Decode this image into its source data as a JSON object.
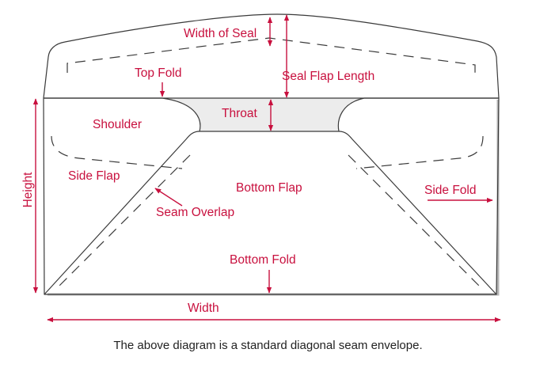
{
  "labels": {
    "width_of_seal": "Width of Seal",
    "top_fold": "Top Fold",
    "seal_flap_length": "Seal Flap Length",
    "throat": "Throat",
    "shoulder": "Shoulder",
    "side_flap": "Side Flap",
    "bottom_flap": "Bottom Flap",
    "seam_overlap": "Seam Overlap",
    "side_fold": "Side Fold",
    "bottom_fold": "Bottom Fold",
    "height": "Height",
    "width": "Width"
  },
  "caption": "The above diagram is a standard diagonal seam envelope.",
  "colors": {
    "accent": "#c8103e",
    "outline": "#3a3a3a",
    "caption": "#222222"
  }
}
